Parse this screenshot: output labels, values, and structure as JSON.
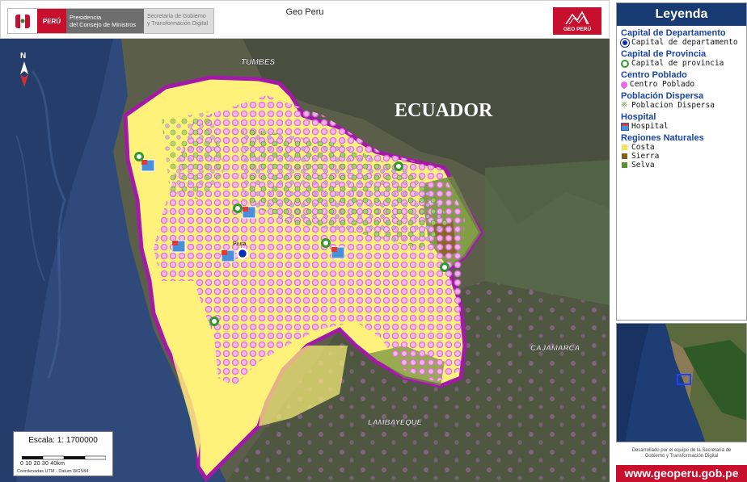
{
  "header": {
    "title": "Geo Peru",
    "logo": {
      "country": "PERÚ",
      "institution_line1": "Presidencia",
      "institution_line2": "del Consejo de Ministros",
      "secretariat_line1": "Secretaría de Gobierno",
      "secretariat_line2": "y Transformación Digital"
    },
    "badge": "GEO PERÚ"
  },
  "map": {
    "north_label": "N",
    "place_labels": {
      "ecuador": "ECUADOR",
      "tumbes": "TUMBES",
      "cajamarca": "CAJAMARCA",
      "lambayeque": "LAMBAYEQUE",
      "piura": "Piura"
    },
    "scale": {
      "title": "Escala: 1: 1700000",
      "ticks": "0   10   20   30   40km",
      "coordinates": "Coordenadas UTM - Datum WGS84"
    },
    "colors": {
      "ocean": "#2f4a7a",
      "region_costa": "#fff27a",
      "region_border": "#a31aa8",
      "centro_poblado": "#e46be0"
    }
  },
  "legend": {
    "title": "Leyenda",
    "groups": [
      {
        "title": "Capital de Departamento",
        "item": "Capital de departamento",
        "icon": "department-capital-icon"
      },
      {
        "title": "Capital de Provincia",
        "item": "Capital de provincia",
        "icon": "province-capital-icon"
      },
      {
        "title": "Centro Poblado",
        "item": "Centro Poblado",
        "icon": "centro-poblado-icon"
      },
      {
        "title": "Población Dispersa",
        "item": "Poblacion Dispersa",
        "icon": "dispersed-population-icon"
      },
      {
        "title": "Hospital",
        "item": "Hospital",
        "icon": "hospital-icon"
      }
    ],
    "regions": {
      "title": "Regiones Naturales",
      "items": [
        {
          "label": "Costa",
          "color": "#f2e35a"
        },
        {
          "label": "Sierra",
          "color": "#8b5a1e"
        },
        {
          "label": "Selva",
          "color": "#5f8f32"
        }
      ]
    }
  },
  "footer": {
    "credit_line1": "Desarrollado por el equipo de la Secretaría de",
    "credit_line2": "Gobierno y Transformación Digital",
    "url": "www.geoperu.gob.pe"
  }
}
